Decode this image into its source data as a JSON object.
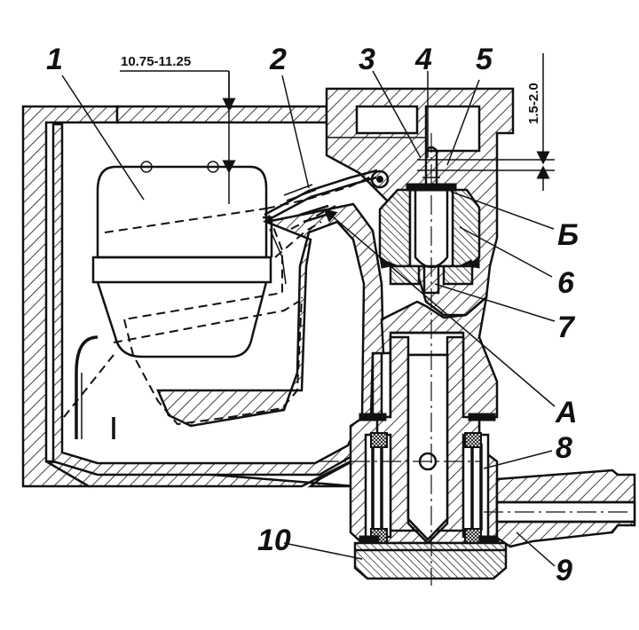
{
  "dimensions": {
    "float_height": "10.75-11.25",
    "needle_stroke": "1.5-2.0"
  },
  "callouts": [
    {
      "id": "1",
      "text": "1"
    },
    {
      "id": "2",
      "text": "2"
    },
    {
      "id": "3",
      "text": "3"
    },
    {
      "id": "4",
      "text": "4"
    },
    {
      "id": "5",
      "text": "5"
    },
    {
      "id": "B",
      "text": "Б"
    },
    {
      "id": "6",
      "text": "6"
    },
    {
      "id": "7",
      "text": "7"
    },
    {
      "id": "A",
      "text": "А"
    },
    {
      "id": "8",
      "text": "8"
    },
    {
      "id": "10",
      "text": "10"
    },
    {
      "id": "9",
      "text": "9"
    }
  ],
  "colors": {
    "ink": "#111111",
    "paper": "#ffffff"
  }
}
